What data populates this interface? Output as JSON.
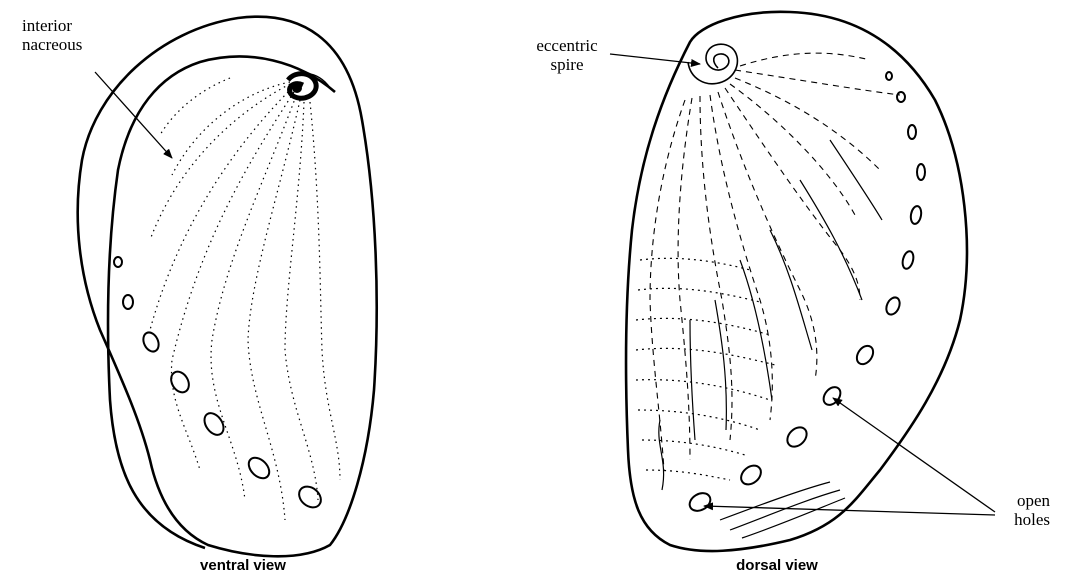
{
  "labels": {
    "interior_line1": "interior",
    "interior_line2": "nacreous",
    "spire_line1": "eccentric",
    "spire_line2": "spire",
    "holes_line1": "open",
    "holes_line2": "holes"
  },
  "captions": {
    "ventral": "ventral view",
    "dorsal": "dorsal view"
  },
  "colors": {
    "ink": "#000000",
    "background": "#ffffff"
  }
}
